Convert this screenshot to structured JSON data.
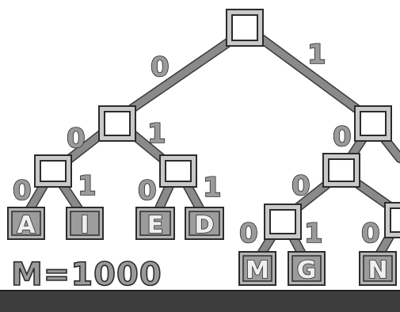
{
  "tree": {
    "edge_labels": {
      "root_left": "0",
      "root_right": "1",
      "l_left": "0",
      "l_right": "1",
      "ll_left": "0",
      "ll_right": "1",
      "lr_left": "0",
      "lr_right": "1",
      "r_left": "0",
      "rl_left": "0",
      "rll_left": "0",
      "rll_right": "1",
      "rlr_left": "0"
    },
    "leaves": {
      "A": "A",
      "I": "I",
      "E": "E",
      "D": "D",
      "M": "M",
      "G": "G",
      "N": "N"
    }
  },
  "caption": "M=1000",
  "colors": {
    "edge": "#8a8a8a",
    "leaf": "#9c9c9c",
    "floor": "#3d3d3d",
    "outline": "#2b2b2b"
  }
}
